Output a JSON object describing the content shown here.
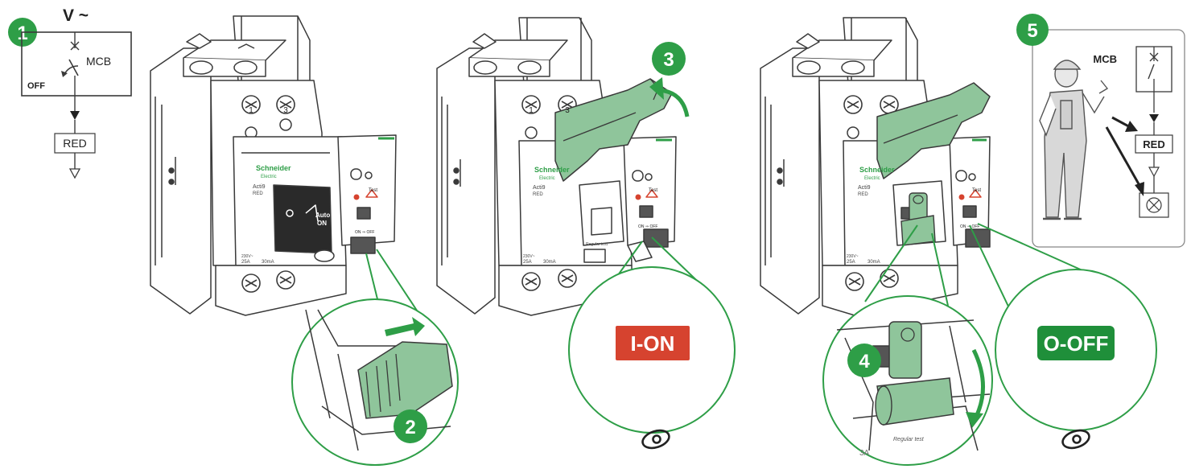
{
  "colors": {
    "step_green": "#2e9e47",
    "callout_green": "#2e9e47",
    "on_red": "#d6432f",
    "off_green": "#1f8f3a",
    "handle_green": "#8fc59b",
    "outline": "#3a3a3a"
  },
  "step1": {
    "number": "1",
    "voltage_label": "V ~",
    "mcb_label": "MCB",
    "off_label": "OFF",
    "red_label": "RED"
  },
  "device1": {
    "brand": "Schneider",
    "brand_sub": "Electric",
    "model": "Acti9",
    "model_sub": "RED",
    "terminal_top_left": "1",
    "terminal_top_right": "3",
    "auto_label": "Auto",
    "on_label": "ON",
    "test_label": "Test",
    "switch_label": "ON ⇒ OFF",
    "rating_line1": "230V~",
    "rating_line2": "25A",
    "sensitivity": "30mA"
  },
  "step2": {
    "number": "2"
  },
  "step3": {
    "number": "3",
    "status_badge": "I-ON",
    "view_icon": "eye-icon"
  },
  "device2": {
    "brand": "Schneider",
    "brand_sub": "Electric",
    "model": "Acti9",
    "model_sub": "RED",
    "terminal_top_left": "1",
    "terminal_top_right": "3",
    "test_label": "Test",
    "switch_label": "ON ⇒ OFF",
    "regular_test": "Regular test",
    "rating_line1": "230V~",
    "rating_line2": "25A",
    "sensitivity": "30mA"
  },
  "step4": {
    "number": "4",
    "regular_test": "Regular test",
    "rating_fragment": "3A"
  },
  "device3": {
    "brand": "Schneider",
    "brand_sub": "Electric",
    "model": "Acti9",
    "model_sub": "RED",
    "test_label": "Test",
    "switch_label": "ON ⇒ OFF",
    "rating_line1": "230V~",
    "rating_line2": "25A",
    "sensitivity": "30mA"
  },
  "step4b": {
    "status_badge": "O-OFF",
    "view_icon": "eye-icon"
  },
  "step5": {
    "number": "5",
    "mcb_label": "MCB",
    "red_label": "RED",
    "worker_icon": "technician-icon",
    "lamp_icon": "lamp-icon"
  }
}
